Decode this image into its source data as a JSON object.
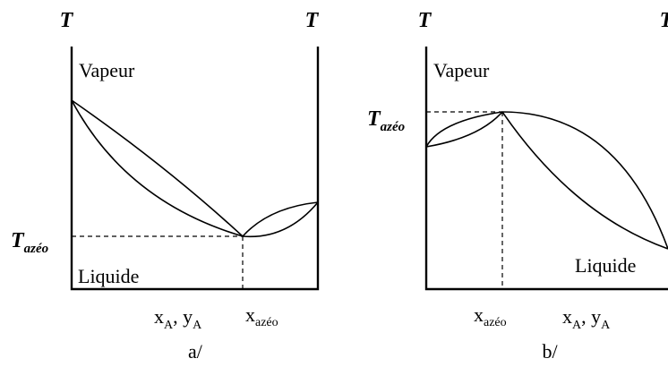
{
  "panel_a": {
    "axis_left_label": "T",
    "axis_right_label": "T",
    "vapour_label": "Vapeur",
    "liquid_label": "Liquide",
    "t_azeo": {
      "main": "T",
      "sub": "azéo"
    },
    "x_label": {
      "x": "x",
      "x_sub": "A",
      "sep": ", y",
      "y_sub": "A"
    },
    "x_azeo": {
      "main": "x",
      "sub": "azéo"
    },
    "caption": "a/"
  },
  "panel_b": {
    "axis_left_label": "T",
    "axis_right_label": "T",
    "vapour_label": "Vapeur",
    "liquid_label": "Liquide",
    "t_azeo": {
      "main": "T",
      "sub": "azéo"
    },
    "x_label": {
      "x": "x",
      "x_sub": "A",
      "sep": ", y",
      "y_sub": "A"
    },
    "x_azeo": {
      "main": "x",
      "sub": "azéo"
    },
    "caption": "b/"
  }
}
